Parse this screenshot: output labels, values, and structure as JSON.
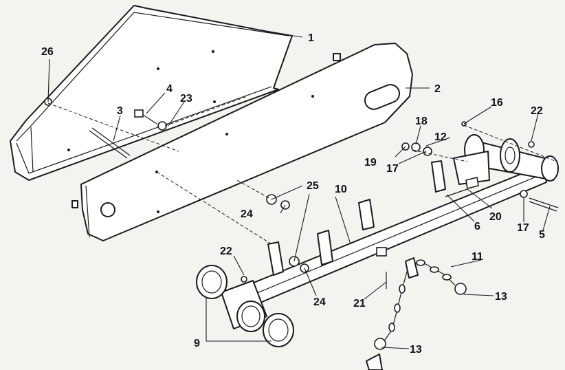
{
  "callouts": {
    "c1": "1",
    "c2": "2",
    "c3": "3",
    "c4": "4",
    "c5": "5",
    "c6": "6",
    "c9": "9",
    "c10": "10",
    "c11": "11",
    "c12": "12",
    "c13a": "13",
    "c13b": "13",
    "c16": "16",
    "c17a": "17",
    "c17b": "17",
    "c18": "18",
    "c19": "19",
    "c20": "20",
    "c21": "21",
    "c22a": "22",
    "c22b": "22",
    "c23": "23",
    "c24a": "24",
    "c24b": "24",
    "c25": "25",
    "c26": "26"
  }
}
